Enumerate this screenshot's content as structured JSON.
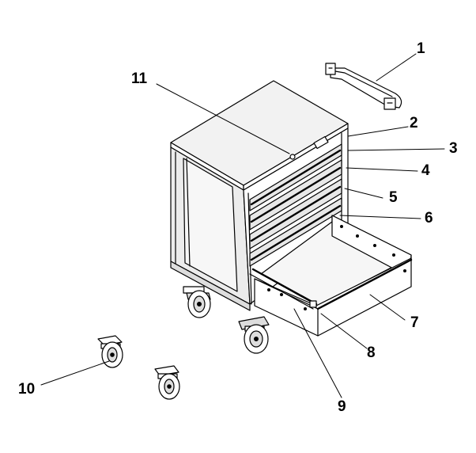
{
  "diagram": {
    "type": "exploded-parts-view",
    "callouts": [
      {
        "label": "1"
      },
      {
        "label": "2"
      },
      {
        "label": "3"
      },
      {
        "label": "4"
      },
      {
        "label": "5"
      },
      {
        "label": "6"
      },
      {
        "label": "7"
      },
      {
        "label": "8"
      },
      {
        "label": "9"
      },
      {
        "label": "10"
      },
      {
        "label": "11"
      }
    ]
  }
}
